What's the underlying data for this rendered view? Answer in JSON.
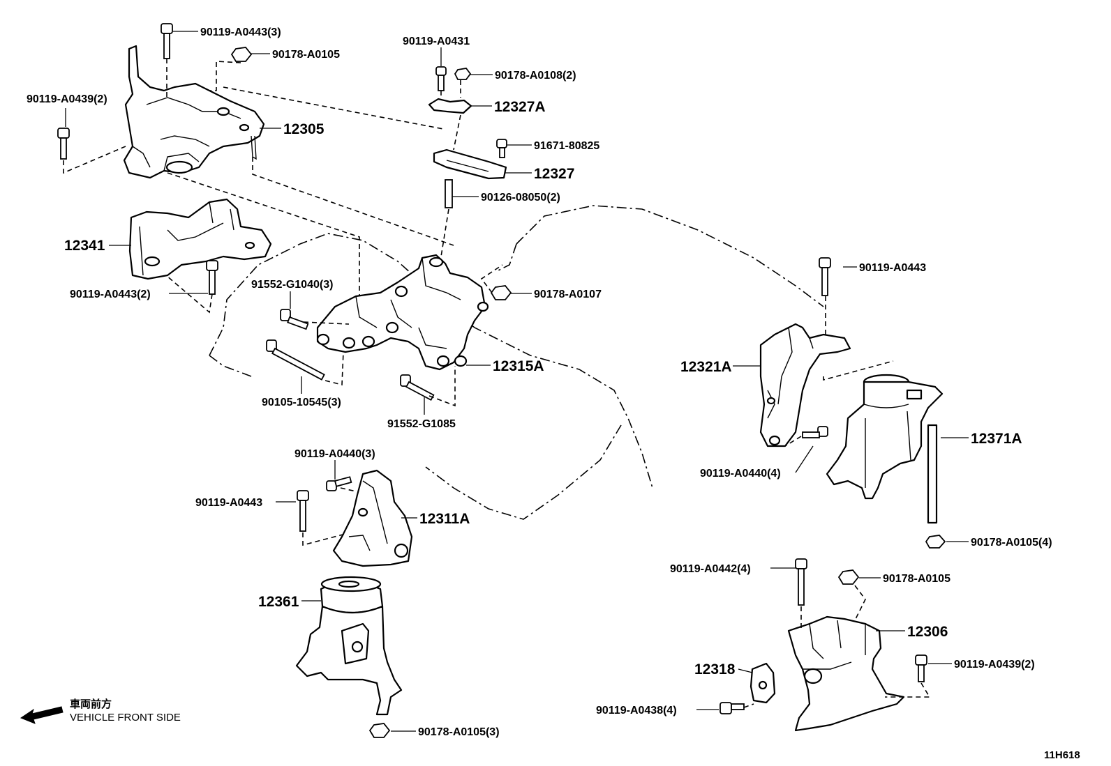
{
  "labels": [
    {
      "id": "l01",
      "text": "90119-A0443(3)"
    },
    {
      "id": "l02",
      "text": "90178-A0105"
    },
    {
      "id": "l03",
      "text": "90119-A0439(2)"
    },
    {
      "id": "l04",
      "text": "12305"
    },
    {
      "id": "l05",
      "text": "90119-A0431"
    },
    {
      "id": "l06",
      "text": "90178-A0108(2)"
    },
    {
      "id": "l07",
      "text": "12327A"
    },
    {
      "id": "l08",
      "text": "91671-80825"
    },
    {
      "id": "l09",
      "text": "12327"
    },
    {
      "id": "l10",
      "text": "90126-08050(2)"
    },
    {
      "id": "l11",
      "text": "12341"
    },
    {
      "id": "l12",
      "text": "90119-A0443(2)"
    },
    {
      "id": "l13",
      "text": "91552-G1040(3)"
    },
    {
      "id": "l14",
      "text": "90178-A0107"
    },
    {
      "id": "l15",
      "text": "12315A"
    },
    {
      "id": "l16",
      "text": "90105-10545(3)"
    },
    {
      "id": "l17",
      "text": "91552-G1085"
    },
    {
      "id": "l18",
      "text": "90119-A0443"
    },
    {
      "id": "l19",
      "text": "12321A"
    },
    {
      "id": "l20",
      "text": "12371A"
    },
    {
      "id": "l21",
      "text": "90119-A0440(4)"
    },
    {
      "id": "l22",
      "text": "90119-A0440(3)"
    },
    {
      "id": "l23",
      "text": "90119-A0443"
    },
    {
      "id": "l24",
      "text": "12311A"
    },
    {
      "id": "l25",
      "text": "12361"
    },
    {
      "id": "l26",
      "text": "90178-A0105(4)"
    },
    {
      "id": "l27",
      "text": "90119-A0442(4)"
    },
    {
      "id": "l28",
      "text": "90178-A0105"
    },
    {
      "id": "l29",
      "text": "12306"
    },
    {
      "id": "l30",
      "text": "90119-A0439(2)"
    },
    {
      "id": "l31",
      "text": "12318"
    },
    {
      "id": "l32",
      "text": "90119-A0438(4)"
    },
    {
      "id": "l33",
      "text": "90178-A0105(3)"
    }
  ],
  "legend": {
    "japanese": "車両前方",
    "english": "VEHICLE FRONT SIDE"
  },
  "figure_code": "11H618"
}
